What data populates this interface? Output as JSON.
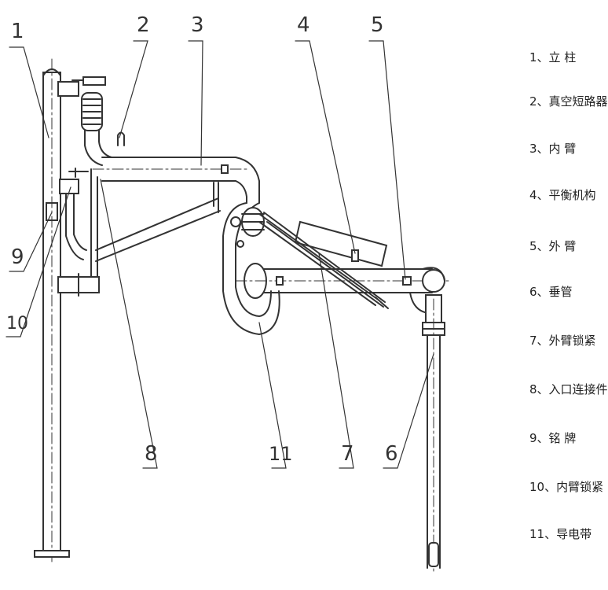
{
  "callouts": [
    "1",
    "2",
    "3",
    "4",
    "5",
    "6",
    "7",
    "8",
    "9",
    "10",
    "11"
  ],
  "legend": [
    "1、立 柱",
    "2、真空短路器",
    "3、内 臂",
    "4、平衡机构",
    "5、外 臂",
    "6、垂管",
    "7、外臂锁紧",
    "8、入口连接件",
    "9、铭 牌",
    "10、内臂锁紧",
    "11、导电带"
  ]
}
